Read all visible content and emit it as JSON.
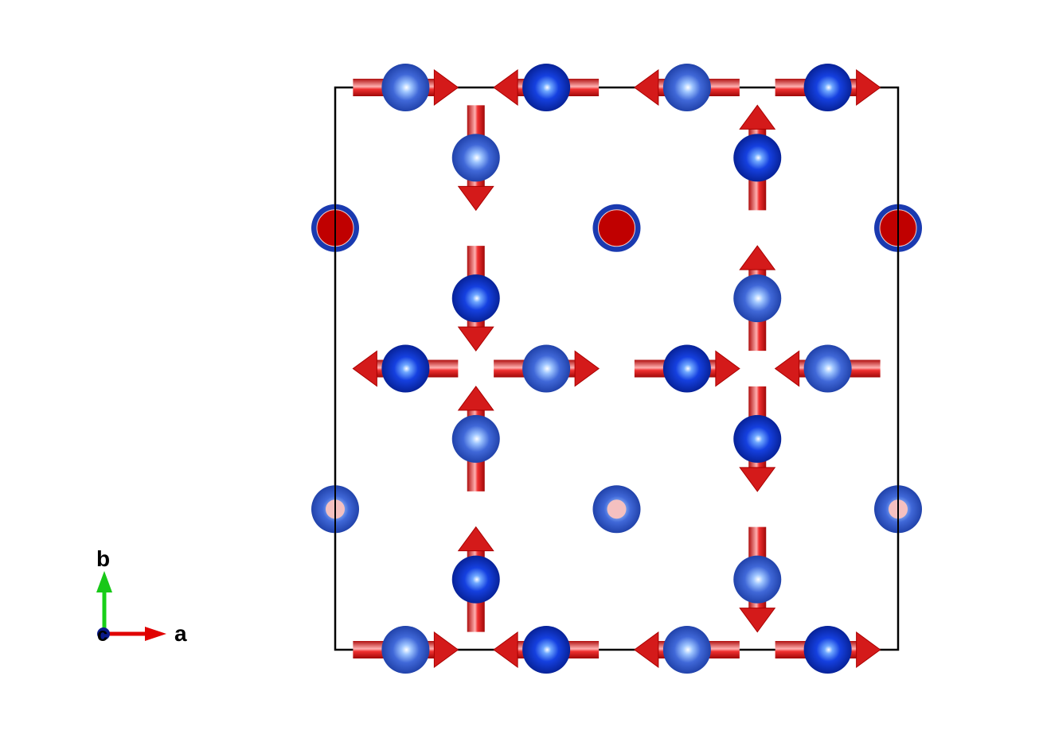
{
  "axes": {
    "a": "a",
    "b": "b",
    "c": "c"
  },
  "colors": {
    "atom_dark": "#0a2ec8",
    "atom_light": "#3e63d6",
    "arrow": "#d81818",
    "cell": "#000000",
    "axis_a": "#e00000",
    "axis_b": "#18d018",
    "site_red": "#c00000",
    "site_pink": "#f4c0c0"
  }
}
